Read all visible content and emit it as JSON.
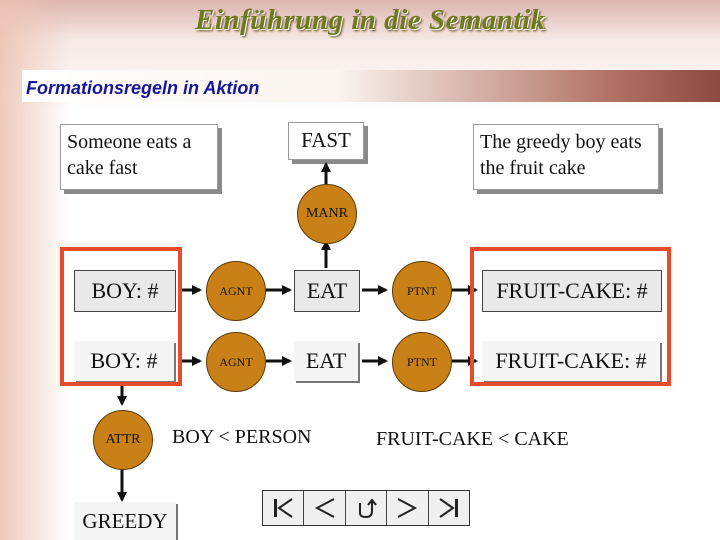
{
  "header": {
    "title": "Einführung in die Semantik",
    "subtitle": "Formationsregeln in Aktion"
  },
  "sentences": {
    "left": "Someone eats a cake fast",
    "right": "The greedy boy eats the fruit cake"
  },
  "graph_top": {
    "fast": "FAST",
    "manr": "MANR",
    "boy": "BOY: #",
    "agnt": "AGNT",
    "eat": "EAT",
    "ptnt": "PTNT",
    "fruit_cake": "FRUIT-CAKE: #"
  },
  "graph_bottom": {
    "boy": "BOY: #",
    "agnt": "AGNT",
    "eat": "EAT",
    "ptnt": "PTNT",
    "fruit_cake": "FRUIT-CAKE: #",
    "attr": "ATTR",
    "greedy": "GREEDY"
  },
  "type_hierarchy": {
    "boy_person": "BOY < PERSON",
    "fruitcake_cake": "FRUIT-CAKE < CAKE"
  },
  "navigation": {
    "buttons": [
      "first-slide-icon",
      "previous-slide-icon",
      "return-icon",
      "next-slide-icon",
      "last-slide-icon"
    ]
  },
  "colors": {
    "relation_fill": "#c98016",
    "highlight": "#e84b2b",
    "title": "#6e7a1c",
    "subtitle": "#16169a"
  }
}
